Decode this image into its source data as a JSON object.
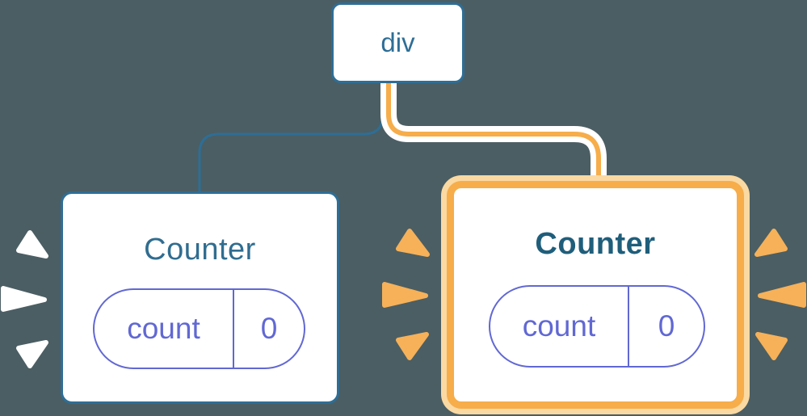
{
  "diagram": {
    "description": "React render tree: a div root element with two Counter component children; the right Counter is highlighted as newly mounted",
    "background_color": "#4b5e63",
    "palette": {
      "node_blue": "#2e6e96",
      "title_dark_blue": "#1f5e7b",
      "state_purple": "#6168d3",
      "highlight_orange": "#f6ad4a",
      "highlight_orange_light": "#fbd9a2",
      "spark_orange": "#f6b159",
      "spark_white": "#ffffff",
      "card_white": "#ffffff"
    },
    "tree": {
      "root": {
        "label": "div"
      },
      "children": [
        {
          "title": "Counter",
          "highlighted": false,
          "state": {
            "key": "count",
            "value": "0"
          }
        },
        {
          "title": "Counter",
          "highlighted": true,
          "state": {
            "key": "count",
            "value": "0"
          }
        }
      ]
    }
  }
}
